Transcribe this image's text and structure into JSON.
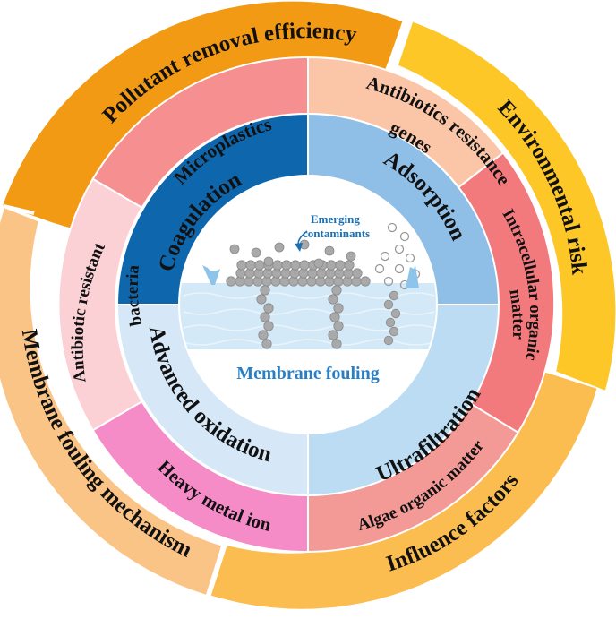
{
  "colors": {
    "outer_pollutant": "#f39a15",
    "outer_environment": "#fcc727",
    "outer_influence": "#fbbd4f",
    "outer_membrane": "#fbc487",
    "mid_microplastics": "#f58f90",
    "mid_antibiotics_genes": "#fbc6a8",
    "mid_intracellular": "#f37a7c",
    "mid_algae": "#f49a96",
    "mid_heavy_metal": "#f58bc7",
    "mid_bacteria": "#fbd1d5",
    "inner_coagulation": "#0e66ad",
    "inner_adsorption": "#8fbfe6",
    "inner_ultrafiltration": "#bcdcf3",
    "inner_advanced_oxidation": "#d6e8f7",
    "membrane_water": "#d3e9f7",
    "particle": "#a9a9a9"
  },
  "outer_ring": {
    "pollutant": "Pollutant removal efficiency",
    "environment": "Environmental risk",
    "influence": "Influence factors",
    "membrane": "Membrane fouling mechanism"
  },
  "middle_ring": {
    "microplastics": "Microplastics",
    "antibiotics_genes_1": "Antibiotics resistance",
    "antibiotics_genes_2": "genes",
    "intracellular_1": "Intracellular organic",
    "intracellular_2": "matter",
    "algae": "Algae organic matter",
    "heavy_metal": "Heavy metal ion",
    "bacteria_1": "Antibiotic resistant",
    "bacteria_2": "bacteria"
  },
  "inner_ring": {
    "coagulation": "Coagulation",
    "adsorption": "Adsorption",
    "ultrafiltration": "Ultrafiltration",
    "advanced_oxidation": "Advanced oxidation"
  },
  "center": {
    "emerging_1": "Emerging",
    "emerging_2": "contaminants",
    "title": "Membrane fouling"
  }
}
